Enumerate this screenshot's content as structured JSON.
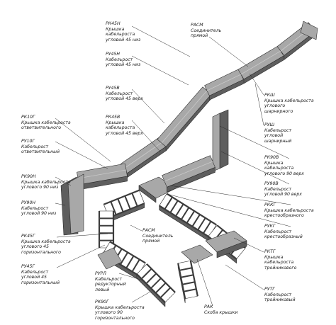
{
  "labels": [
    {
      "id": "rk45n",
      "code": "РК45Н",
      "lines": [
        "Крышка",
        "кабельроста",
        "угловой 45 низ"
      ]
    },
    {
      "id": "ru45n",
      "code": "РУ45Н",
      "lines": [
        "Кабельрост",
        "угловой 45 низ"
      ]
    },
    {
      "id": "ru45v",
      "code": "РУ45В",
      "lines": [
        "Кабельрост",
        "угловой 45 верх"
      ]
    },
    {
      "id": "rk45v",
      "code": "РК45В",
      "lines": [
        "Крышка",
        "кабельроста",
        "угловой 45 верх"
      ]
    },
    {
      "id": "rasm-top",
      "code": "РАСМ",
      "lines": [
        "Соединитель",
        "прямой"
      ]
    },
    {
      "id": "rkshch",
      "code": "РКШ",
      "lines": [
        "Крышка кабельроста",
        "углового",
        "шарнирного"
      ]
    },
    {
      "id": "rushch",
      "code": "РУШ",
      "lines": [
        "Кабельрост",
        "угловой",
        "шарнирный"
      ]
    },
    {
      "id": "rk10g",
      "code": "РК10Г",
      "lines": [
        "Крышка кабельроста",
        "ответвительного"
      ]
    },
    {
      "id": "ru10g",
      "code": "РУ10Г",
      "lines": [
        "Кабельрост",
        "ответвительный"
      ]
    },
    {
      "id": "rk90n",
      "code": "РК90Н",
      "lines": [
        "Крышка кабельроста",
        "углового 90 низ"
      ]
    },
    {
      "id": "ru90n",
      "code": "РУ90Н",
      "lines": [
        "Кабельрост",
        "угловой 90 низ"
      ]
    },
    {
      "id": "rk90v",
      "code": "РК90В",
      "lines": [
        "Крышка",
        "кабельроста",
        "углового 90 верх"
      ]
    },
    {
      "id": "ru90v",
      "code": "РУ90В",
      "lines": [
        "Кабельрост",
        "угловой 90 верх"
      ]
    },
    {
      "id": "rkkg",
      "code": "РККГ",
      "lines": [
        "Крышка кабельроста",
        "крестообразного"
      ]
    },
    {
      "id": "rukg",
      "code": "РУКГ",
      "lines": [
        "Кабельрост",
        "крестообразный"
      ]
    },
    {
      "id": "rk45g",
      "code": "РК45Г",
      "lines": [
        "Крышка кабельроста",
        "углового 45",
        "горизонтального"
      ]
    },
    {
      "id": "ru45g",
      "code": "РУ45Г",
      "lines": [
        "Кабельрост",
        "угловой 45",
        "горизонтальный"
      ]
    },
    {
      "id": "rasm-mid",
      "code": "РАСМ",
      "lines": [
        "Соединитель",
        "прямой"
      ]
    },
    {
      "id": "rktg",
      "code": "РКТГ",
      "lines": [
        "Крышка",
        "кабельроста",
        "тройникового"
      ]
    },
    {
      "id": "rutg",
      "code": "РУТГ",
      "lines": [
        "Кабельрост",
        "тройниковый"
      ]
    },
    {
      "id": "rurl",
      "code": "РУРЛ",
      "lines": [
        "Кабельрост",
        "редукторный",
        "левый"
      ]
    },
    {
      "id": "rk90g",
      "code": "РК90Г",
      "lines": [
        "Крышка кабельроста",
        "углового 90",
        "горизонтального"
      ]
    },
    {
      "id": "rak",
      "code": "РАК",
      "lines": [
        "Скоба крышки"
      ]
    }
  ],
  "colors": {
    "tray_top": "#a8a8a8",
    "tray_side": "#5e5e5e",
    "tray_dark": "#3c3c3c",
    "tray_light": "#c9c9c9",
    "leader": "#2a2a2a"
  }
}
